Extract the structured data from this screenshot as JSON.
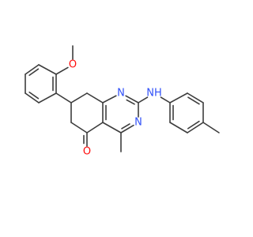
{
  "molecule": {
    "atoms": [
      {
        "id": "a_ome_c",
        "symbol": "",
        "color": "#3d3d3d"
      },
      {
        "id": "a_ome_o",
        "symbol": "O",
        "color": "#ff0d0d"
      },
      {
        "id": "a_n3",
        "symbol": "N",
        "color": "#3050f8"
      },
      {
        "id": "a_nh",
        "symbol": "NH",
        "color": "#3050f8"
      },
      {
        "id": "a_n1",
        "symbol": "N",
        "color": "#3050f8"
      },
      {
        "id": "a_co",
        "symbol": "O",
        "color": "#ff0d0d"
      }
    ]
  }
}
